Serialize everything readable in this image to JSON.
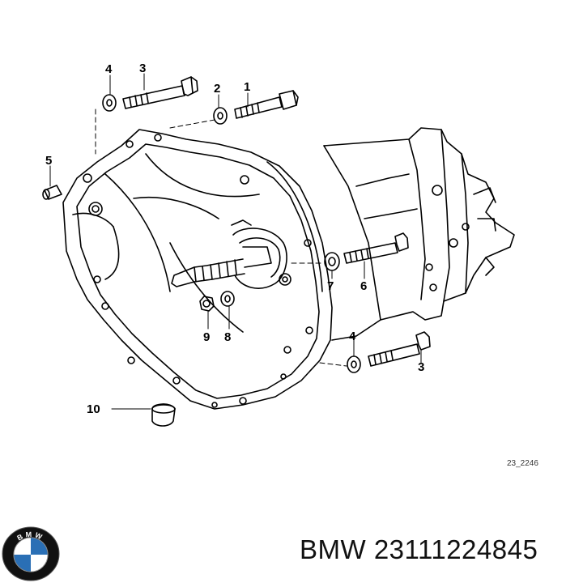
{
  "diagram": {
    "callouts": {
      "c1": "1",
      "c2": "2",
      "c3a": "3",
      "c3b": "3",
      "c4a": "4",
      "c4b": "4",
      "c5": "5",
      "c6": "6",
      "c7": "7",
      "c8": "8",
      "c9": "9",
      "c10": "10"
    },
    "drawing_ref": "23_2246"
  },
  "caption": {
    "brand": "BMW",
    "part_number": "23111224845"
  },
  "logo": {
    "letters": "BMW",
    "colors": {
      "ring": "#111111",
      "blue": "#2a6fb5",
      "white": "#ffffff"
    }
  }
}
